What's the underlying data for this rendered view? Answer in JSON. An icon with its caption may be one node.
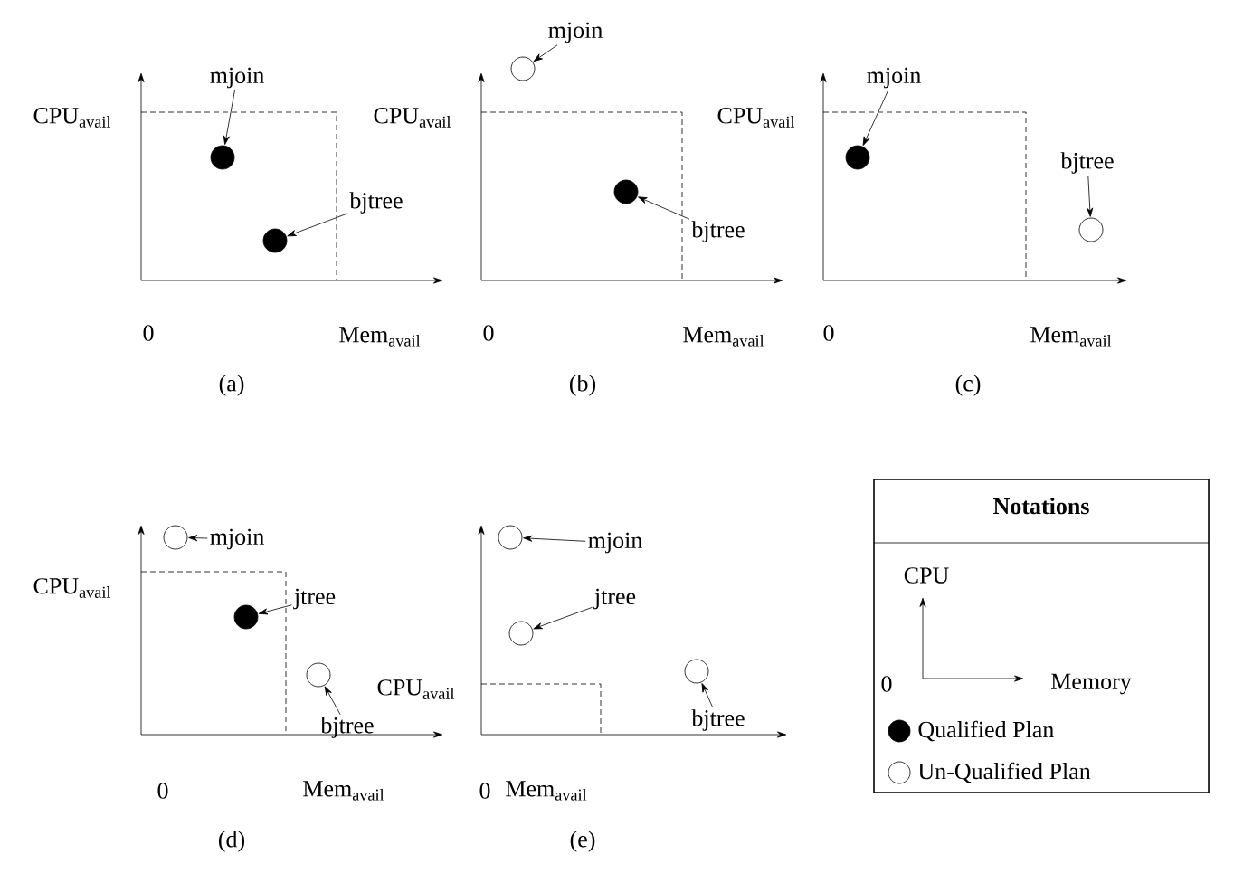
{
  "diagram": {
    "nodes": [
      {
        "text": [
          "mjoin"
        ]
      },
      {
        "text": [],
        "shape": "dot"
      },
      {
        "text": [
          "bjtree"
        ]
      },
      {
        "text": [],
        "shape": "dot"
      },
      {
        "text": [
          "mjoin"
        ]
      },
      {
        "text": [],
        "shape": "circle"
      },
      {
        "text": [],
        "shape": "dot"
      },
      {
        "text": [
          "bjtree"
        ]
      },
      {
        "text": [
          "mjoin"
        ]
      },
      {
        "text": [],
        "shape": "dot"
      },
      {
        "text": [
          "bjtree"
        ]
      },
      {
        "text": [],
        "shape": "circle"
      },
      {
        "text": [],
        "shape": "circle"
      },
      {
        "text": [
          "mjoin"
        ]
      },
      {
        "text": [
          "jtree"
        ]
      },
      {
        "text": [],
        "shape": "dot"
      },
      {
        "text": [],
        "shape": "circle"
      },
      {
        "text": [
          "bjtree"
        ]
      },
      {
        "text": [],
        "shape": "circle"
      },
      {
        "text": [
          "mjoin"
        ]
      },
      {
        "text": [
          "jtree"
        ]
      },
      {
        "text": [],
        "shape": "circle"
      },
      {
        "text": [],
        "shape": "circle"
      },
      {
        "text": [
          "bjtree"
        ]
      },
      {
        "text": [
          "Notations"
        ]
      }
    ],
    "edges": [
      {
        "from": 0,
        "to": 1,
        "arrow": "to"
      },
      {
        "from": 2,
        "to": 3,
        "arrow": "to"
      },
      {
        "from": 4,
        "to": 5,
        "arrow": "to"
      },
      {
        "from": 7,
        "to": 6,
        "arrow": "to"
      },
      {
        "from": 8,
        "to": 9,
        "arrow": "to"
      },
      {
        "from": 10,
        "to": 11,
        "arrow": "to"
      },
      {
        "from": 13,
        "to": 12,
        "arrow": "to"
      },
      {
        "from": 14,
        "to": 15,
        "arrow": "to"
      },
      {
        "from": 17,
        "to": 16,
        "arrow": "to"
      },
      {
        "from": 19,
        "to": 18,
        "arrow": "to"
      },
      {
        "from": 20,
        "to": 21,
        "arrow": "to"
      },
      {
        "from": 23,
        "to": 22,
        "arrow": "to"
      }
    ],
    "labels": [
      "CPU$_{avail}$",
      "0",
      "Mem$_{avail}$",
      "(a)",
      "CPU$_{avail}$",
      "0",
      "Mem$_{avail}$",
      "(b)",
      "CPU$_{avail}$",
      "0",
      "Mem$_{avail}$",
      "(c)",
      "CPU$_{avail}$",
      "0",
      "Mem$_{avail}$",
      "(d)",
      "CPU$_{avail}$",
      "0",
      "Mem$_{avail}$",
      "(e)",
      "CPU",
      "0",
      "Memory"
    ],
    "legend": [
      {
        "text": "Qualified Plan"
      },
      {
        "text": "Un-Qualified Plan"
      }
    ]
  }
}
